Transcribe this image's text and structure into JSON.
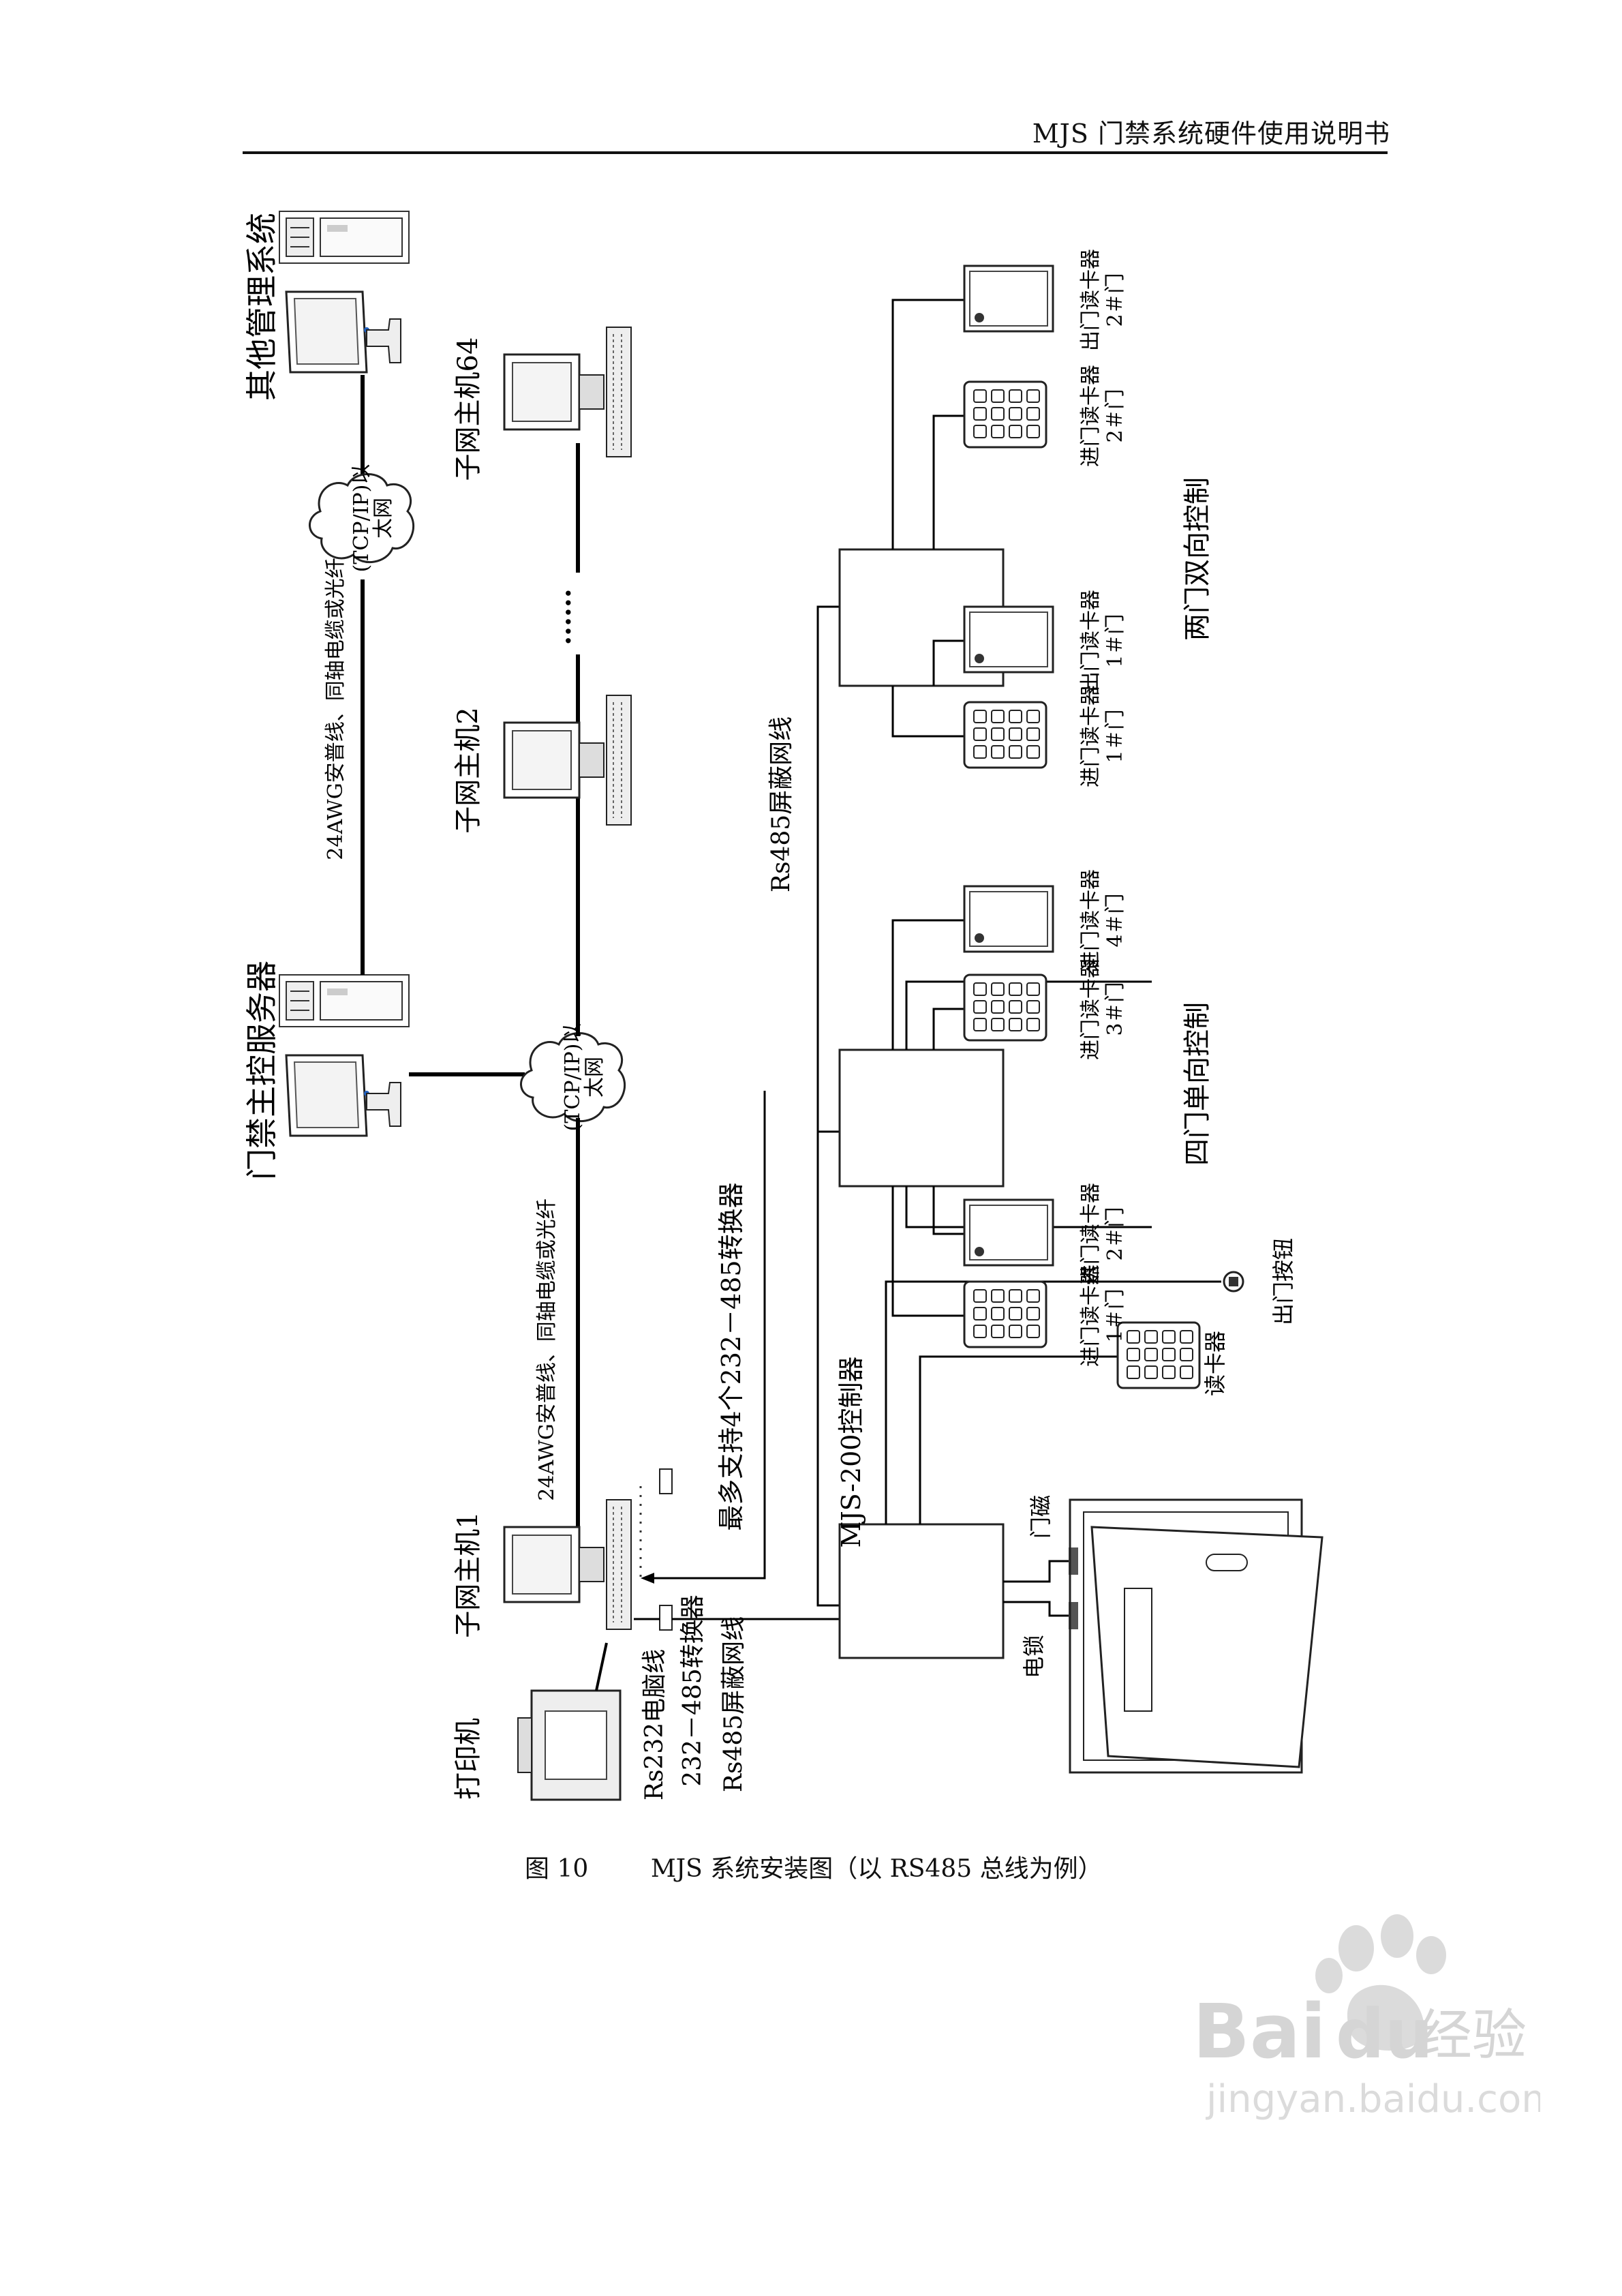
{
  "header": {
    "title": "MJS 门禁系统硬件使用说明书"
  },
  "caption": {
    "label": "图 10",
    "text": "MJS 系统安装图（以 RS485 总线为例）"
  },
  "diagram": {
    "other_system": "其他管理系统",
    "server": "门禁主控服务器",
    "cable_top": "24AWG安普线、同轴电缆或光纤",
    "ethernet_top": [
      "(TCP/IP)以",
      "太网"
    ],
    "ethernet_mid": [
      "(TCP/IP)以",
      "太网"
    ],
    "cable_mid": "24AWG安普线、同轴电缆或光纤",
    "host_64": "子网主机64",
    "host_2": "子网主机2",
    "host_1": "子网主机1",
    "ellipsis": "······",
    "printer": "打印机",
    "rs232_line": "Rs232电脑线",
    "converter": "232－485转换器",
    "rs485_bottom": "Rs485屏蔽网线",
    "max_support": "最多支持4个232－485转换器",
    "rs485_top": "Rs485屏蔽网线",
    "controller": "MJS-200控制器",
    "card_reader": "读卡器",
    "exit_button": "出门按钮",
    "door_magnet": "门磁",
    "electric_lock": "电锁",
    "four_door": "四门单向控制",
    "two_door": "两门双向控制",
    "four_door_readers": [
      [
        "进门读卡器",
        "1＃门"
      ],
      [
        "进门读卡器",
        "2＃门"
      ],
      [
        "进门读卡器",
        "3＃门"
      ],
      [
        "进门读卡器",
        "4＃门"
      ]
    ],
    "two_door_readers": [
      [
        "进门读卡器",
        "1＃门"
      ],
      [
        "出门读卡器",
        "1＃门"
      ],
      [
        "进门读卡器",
        "2＃门"
      ],
      [
        "出门读卡器",
        "2＃门"
      ]
    ]
  },
  "watermark": {
    "brand": "Bai",
    "brand2": "du",
    "product": "经验",
    "url": "jingyan.baidu.com"
  }
}
